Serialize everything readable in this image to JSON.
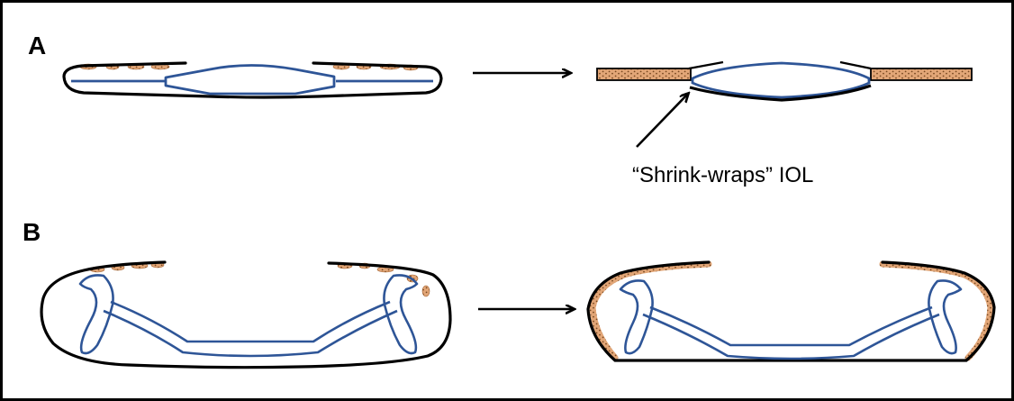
{
  "panels": {
    "a_label": "A",
    "b_label": "B"
  },
  "callout": {
    "text": "“Shrink-wraps” IOL"
  },
  "colors": {
    "capsule": "#000000",
    "iol": "#2e5597",
    "cells": "#e2a677",
    "cell_dots": "#7a4a22"
  }
}
